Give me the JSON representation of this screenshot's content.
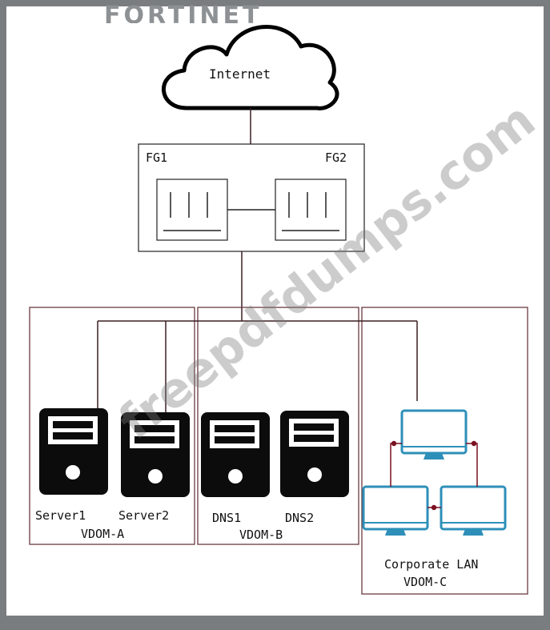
{
  "brand": "FORTINET",
  "watermark": "freepdfdumps.com",
  "cloud": {
    "label": "Internet"
  },
  "firewalls": {
    "fg1": "FG1",
    "fg2": "FG2"
  },
  "vdoms": {
    "a": {
      "label": "VDOM-A",
      "servers": [
        "Server1",
        "Server2"
      ]
    },
    "b": {
      "label": "VDOM-B",
      "servers": [
        "DNS1",
        "DNS2"
      ]
    },
    "c": {
      "label": "VDOM-C",
      "network": "Corporate LAN"
    }
  },
  "colors": {
    "link": "#3a1f22",
    "vdom_border": "#6b3a40",
    "monitor": "#2e8fb8",
    "lan_dot": "#7a1020",
    "server": "#0c0c0c"
  }
}
